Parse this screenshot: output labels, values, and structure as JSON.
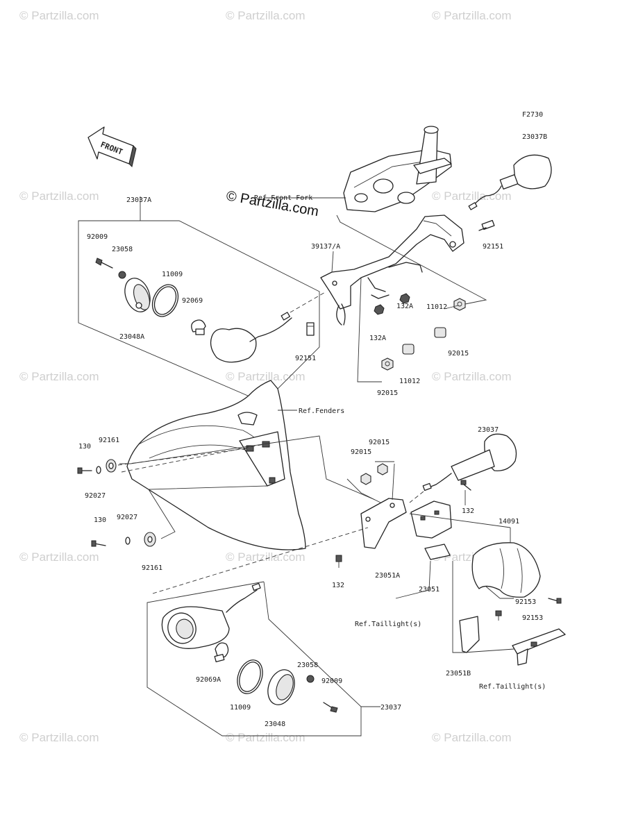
{
  "figure_code": "F2730",
  "front_label": "FRONT",
  "watermarks": [
    "© Partzilla.com",
    "© Partzilla.com",
    "© Partzilla.com",
    "© Partzilla.com",
    "© Partzilla.com",
    "© Partzilla.com",
    "© Partzilla.com",
    "© Partzilla.com",
    "© Partzilla.com",
    "© Partzilla.com",
    "© Partzilla.com",
    "© Partzilla.com",
    "© Partzilla.com",
    "© Partzilla.com",
    "© Partzilla.com"
  ],
  "watermark_main": "© Partzilla.com",
  "labels": {
    "l_23037A": "23037A",
    "l_23037B": "23037B",
    "l_92009_a": "92009",
    "l_23058_a": "23058",
    "l_11009_a": "11009",
    "l_92069": "92069",
    "l_23048A": "23048A",
    "l_39137A": "39137/A",
    "l_ref_front_fork": "Ref.Front Fork",
    "l_92151_a": "92151",
    "l_92151_b": "92151",
    "l_132A_a": "132A",
    "l_132A_b": "132A",
    "l_11012_a": "11012",
    "l_11012_b": "11012",
    "l_92015_a": "92015",
    "l_92015_b": "92015",
    "l_ref_fenders": "Ref.Fenders",
    "l_23037_a": "23037",
    "l_92015_c": "92015",
    "l_92015_d": "92015",
    "l_130_a": "130",
    "l_92161_a": "92161",
    "l_92027_a": "92027",
    "l_130_b": "130",
    "l_92027_b": "92027",
    "l_92161_b": "92161",
    "l_132_a": "132",
    "l_132_b": "132",
    "l_14091": "14091",
    "l_23051A": "23051A",
    "l_23051": "23051",
    "l_92153_a": "92153",
    "l_92153_b": "92153",
    "l_ref_taillight_a": "Ref.Taillight(s)",
    "l_ref_taillight_b": "Ref.Taillight(s)",
    "l_23051B": "23051B",
    "l_92069A": "92069A",
    "l_11009_b": "11009",
    "l_23048": "23048",
    "l_23058_b": "23058",
    "l_92009_b": "92009",
    "l_23037_b": "23037"
  }
}
